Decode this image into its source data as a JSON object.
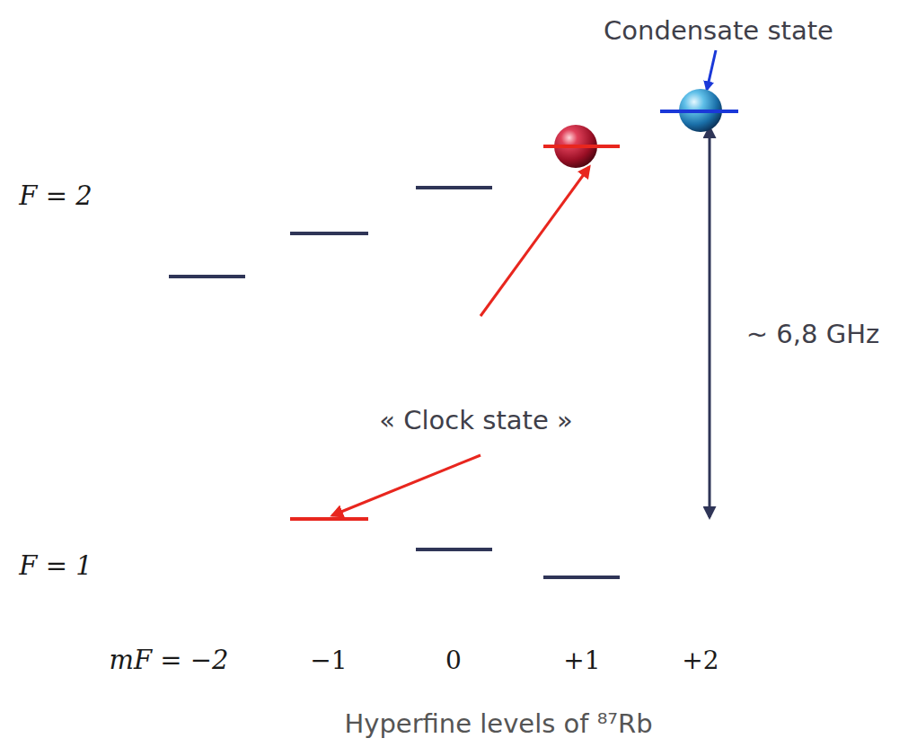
{
  "diagram": {
    "caption": "Hyperfine levels of ⁸⁷Rb",
    "labels": [
      "Condensate state",
      "F = 2",
      "« Clock state »",
      "~ 6,8 GHz",
      "F = 1",
      "mF = −2",
      "−1",
      "0",
      "+1",
      "+2"
    ]
  }
}
